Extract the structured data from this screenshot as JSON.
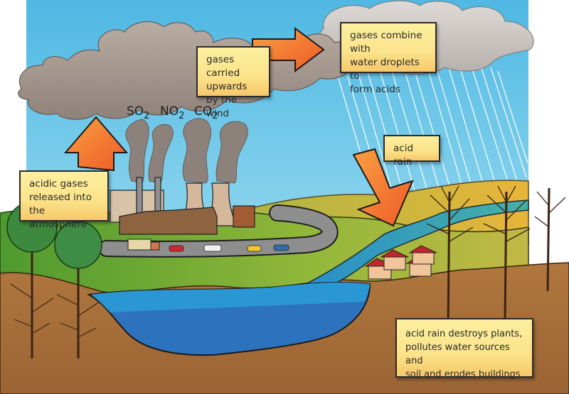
{
  "diagram": {
    "title": "Acid rain formation and effects",
    "labels": {
      "released": "acidic gases\nreleased into\nthe atmosphere",
      "carried": "gases carried\nupwards\nby the wind",
      "combine": "gases combine with\nwater droplets to\nform acids",
      "acid_rain": "acid rain",
      "effects": "acid rain destroys plants,\npollutes water sources and\nsoil and erodes buildings"
    },
    "gases": [
      {
        "base": "SO",
        "sub": "2"
      },
      {
        "base": "NO",
        "sub": "2"
      },
      {
        "base": "CO",
        "sub": "2"
      }
    ],
    "colors": {
      "sky": "#5cc3e6",
      "cloud": "#a0958c",
      "rain_cloud": "#cbc7c4",
      "arrow": "#f47a30",
      "grass": "#7db33a",
      "soil": "#a86f3c",
      "water": "#2b7ac2",
      "label_bg": "#fbe38a"
    }
  }
}
